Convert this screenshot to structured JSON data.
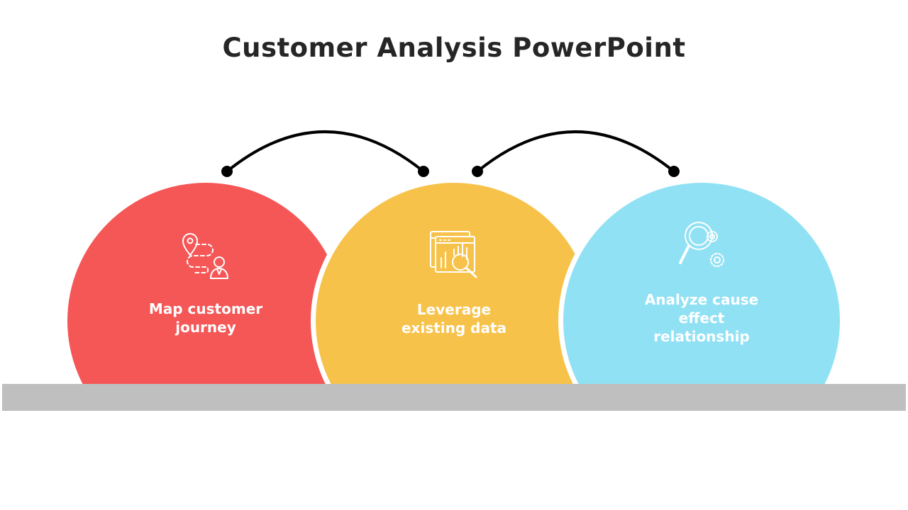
{
  "slide": {
    "title": "Customer Analysis PowerPoint"
  },
  "steps": [
    {
      "label": "Map customer\njourney",
      "icon": "journey-map-icon",
      "color": "#F55656"
    },
    {
      "label": "Leverage\nexisting data",
      "icon": "data-analysis-icon",
      "color": "#F7C24A"
    },
    {
      "label": "Analyze cause\neffect\nrelationship",
      "icon": "gear-magnifier-icon",
      "color": "#91E1F4"
    }
  ],
  "colors": {
    "base_bar": "#BFBFBF",
    "connector": "#000000",
    "icon_stroke": "#FFFFFF",
    "background": "#FFFFFF"
  }
}
